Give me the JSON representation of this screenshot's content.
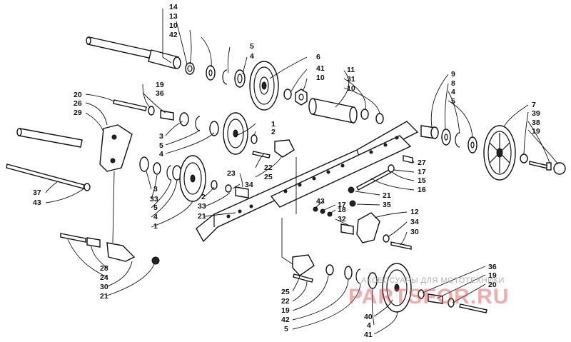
{
  "watermark": {
    "subtitle": "АКСЕССУАРЫ ДЛЯ МОТОТЕХНИКИ",
    "brand": "PARTSFOR.RU"
  },
  "callouts": [
    {
      "id": "c1",
      "text": "14"
    },
    {
      "id": "c2",
      "text": "13"
    },
    {
      "id": "c3",
      "text": "10"
    },
    {
      "id": "c4",
      "text": "42"
    },
    {
      "id": "c5",
      "text": "5"
    },
    {
      "id": "c6",
      "text": "4"
    },
    {
      "id": "c7",
      "text": "6"
    },
    {
      "id": "c8",
      "text": "41"
    },
    {
      "id": "c9",
      "text": "10"
    },
    {
      "id": "c10",
      "text": "11"
    },
    {
      "id": "c11",
      "text": "31"
    },
    {
      "id": "c12",
      "text": "10"
    },
    {
      "id": "c13",
      "text": "9"
    },
    {
      "id": "c14",
      "text": "8"
    },
    {
      "id": "c15",
      "text": "4"
    },
    {
      "id": "c16",
      "text": "5"
    },
    {
      "id": "c17",
      "text": "7"
    },
    {
      "id": "c18",
      "text": "39"
    },
    {
      "id": "c19",
      "text": "38"
    },
    {
      "id": "c20",
      "text": "19"
    },
    {
      "id": "c21",
      "text": "20"
    },
    {
      "id": "c22",
      "text": "26"
    },
    {
      "id": "c23",
      "text": "29"
    },
    {
      "id": "c24",
      "text": "19"
    },
    {
      "id": "c25",
      "text": "36"
    },
    {
      "id": "c26",
      "text": "3"
    },
    {
      "id": "c27",
      "text": "5"
    },
    {
      "id": "c28",
      "text": "4"
    },
    {
      "id": "c29",
      "text": "1"
    },
    {
      "id": "c30",
      "text": "2"
    },
    {
      "id": "c31",
      "text": "22"
    },
    {
      "id": "c32",
      "text": "25"
    },
    {
      "id": "c33",
      "text": "34"
    },
    {
      "id": "c34",
      "text": "23"
    },
    {
      "id": "c35",
      "text": "2"
    },
    {
      "id": "c36",
      "text": "33"
    },
    {
      "id": "c37",
      "text": "21"
    },
    {
      "id": "c38",
      "text": "3"
    },
    {
      "id": "c39",
      "text": "33"
    },
    {
      "id": "c40",
      "text": "5"
    },
    {
      "id": "c41",
      "text": "4"
    },
    {
      "id": "c42",
      "text": "1"
    },
    {
      "id": "c43",
      "text": "37"
    },
    {
      "id": "c44",
      "text": "43"
    },
    {
      "id": "c45",
      "text": "27"
    },
    {
      "id": "c46",
      "text": "17"
    },
    {
      "id": "c47",
      "text": "15"
    },
    {
      "id": "c48",
      "text": "16"
    },
    {
      "id": "c49",
      "text": "21"
    },
    {
      "id": "c50",
      "text": "35"
    },
    {
      "id": "c51",
      "text": "43"
    },
    {
      "id": "c52",
      "text": "17"
    },
    {
      "id": "c53",
      "text": "18"
    },
    {
      "id": "c54",
      "text": "32"
    },
    {
      "id": "c55",
      "text": "12"
    },
    {
      "id": "c56",
      "text": "34"
    },
    {
      "id": "c57",
      "text": "30"
    },
    {
      "id": "c58",
      "text": "28"
    },
    {
      "id": "c59",
      "text": "24"
    },
    {
      "id": "c60",
      "text": "30"
    },
    {
      "id": "c61",
      "text": "21"
    },
    {
      "id": "c62",
      "text": "36"
    },
    {
      "id": "c63",
      "text": "19"
    },
    {
      "id": "c64",
      "text": "20"
    },
    {
      "id": "c65",
      "text": "25"
    },
    {
      "id": "c66",
      "text": "22"
    },
    {
      "id": "c67",
      "text": "19"
    },
    {
      "id": "c68",
      "text": "42"
    },
    {
      "id": "c69",
      "text": "5"
    },
    {
      "id": "c70",
      "text": "40"
    },
    {
      "id": "c71",
      "text": "4"
    },
    {
      "id": "c72",
      "text": "41"
    }
  ]
}
